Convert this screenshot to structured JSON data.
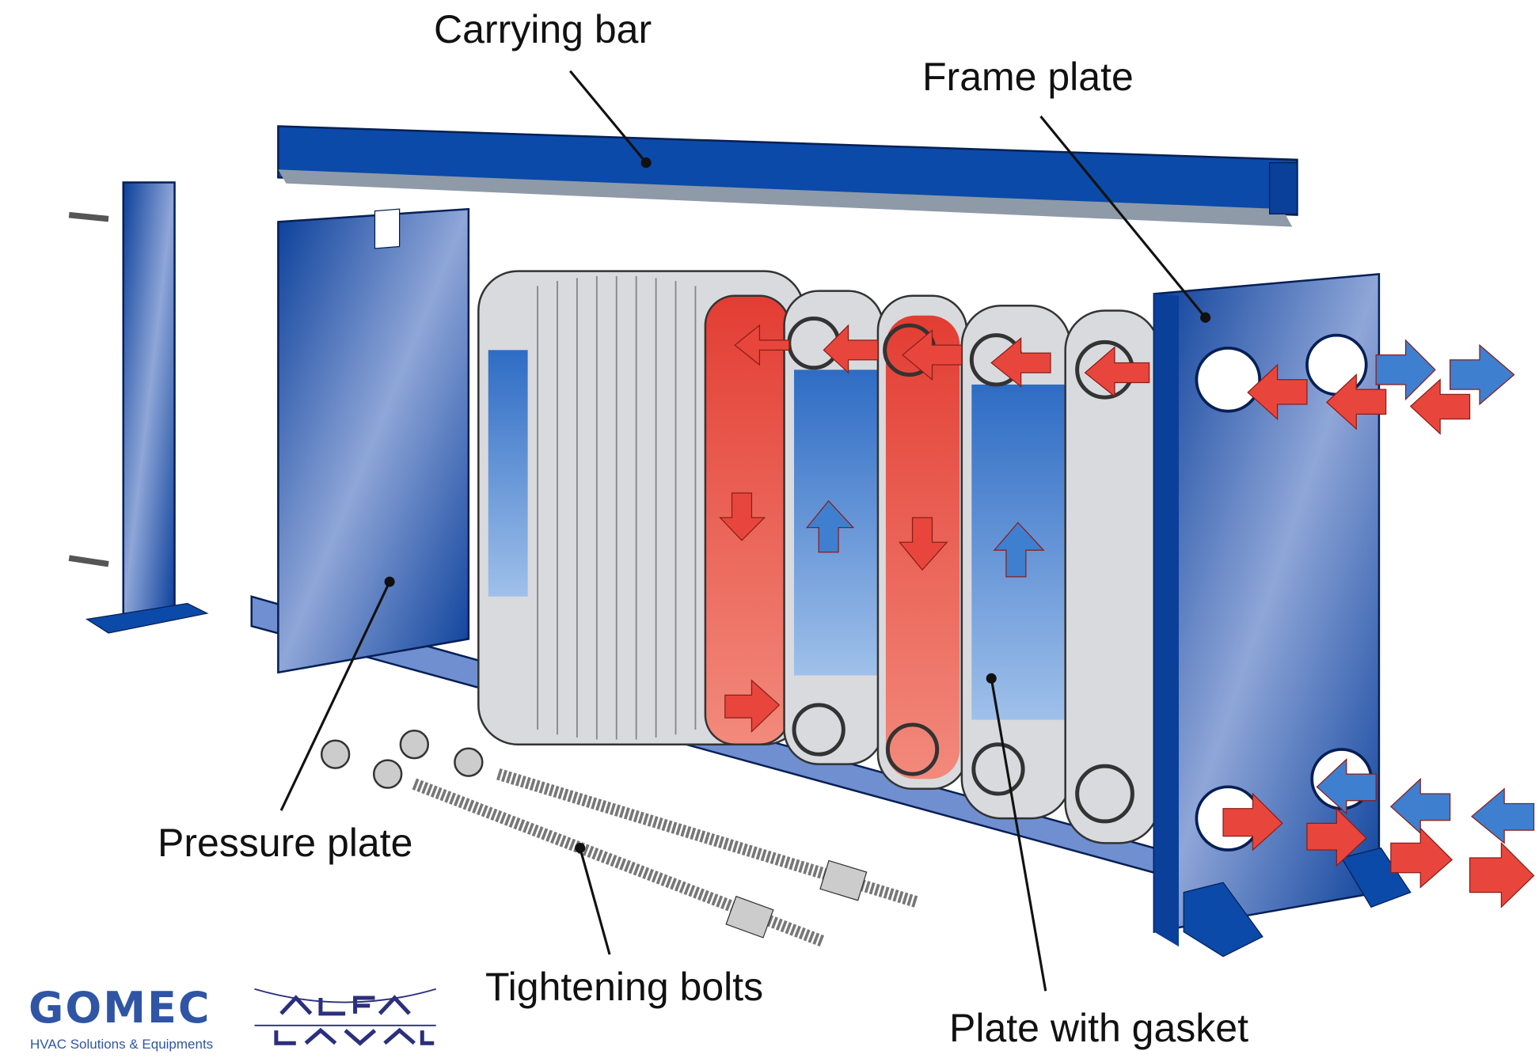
{
  "labels": {
    "carrying_bar": "Carrying bar",
    "frame_plate": "Frame plate",
    "pressure_plate": "Pressure plate",
    "tightening_bolts": "Tightening bolts",
    "plate_with_gasket": "Plate with gasket"
  },
  "logos": {
    "gomec": {
      "name": "GOMEC",
      "tagline": "HVAC Solutions & Equipments"
    },
    "alfa_laval": {
      "name": "ALFA LAVAL"
    }
  },
  "colors": {
    "frame_blue": "#0b4aa8",
    "hot_red": "#e8463c",
    "cold_blue": "#3f7fd0",
    "plate_gray": "#d8dadd",
    "logo_blue": "#2f55a4"
  }
}
